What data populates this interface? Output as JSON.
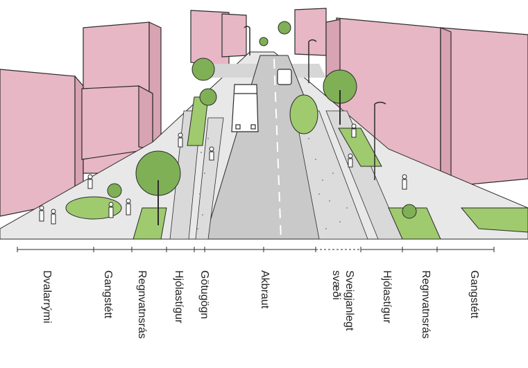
{
  "colors": {
    "building": "#e7b7c5",
    "building_side": "#d8a3b3",
    "green": "#9fca6e",
    "green_dark": "#6e9f44",
    "tree": "#7fb055",
    "road": "#c9c9c9",
    "sidewalk": "#e8e8e8",
    "ink": "#2a2a2a"
  },
  "zones": [
    {
      "id": "dvalarrymi",
      "lines": [
        "Dvalarrými"
      ]
    },
    {
      "id": "gangstett-l",
      "lines": [
        "Gangstétt"
      ]
    },
    {
      "id": "regnvatn-l",
      "lines": [
        "Regnvatnsrás"
      ]
    },
    {
      "id": "hjolastigur-l",
      "lines": [
        "Hjólastígur"
      ]
    },
    {
      "id": "gotugogn",
      "lines": [
        "Götugögn"
      ]
    },
    {
      "id": "akbraut",
      "lines": [
        "Akbraut"
      ]
    },
    {
      "id": "sveigjanlegt",
      "lines": [
        "Sveigjanlegt",
        "svæði"
      ]
    },
    {
      "id": "hjolastigur-r",
      "lines": [
        "Hjólastígur"
      ]
    },
    {
      "id": "regnvatn-r",
      "lines": [
        "Regnvatnsrás"
      ]
    },
    {
      "id": "gangstett-r",
      "lines": [
        "Gangstétt"
      ]
    }
  ]
}
